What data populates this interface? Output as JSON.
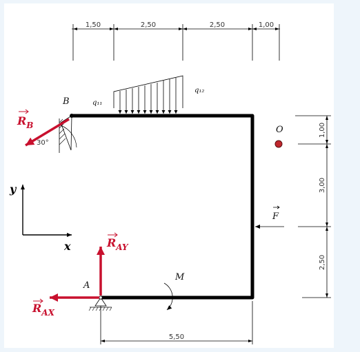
{
  "dimensions": {
    "top": [
      "1,50",
      "2,50",
      "2,50",
      "1,00"
    ],
    "right": [
      "1,00",
      "3,00",
      "2,50"
    ],
    "bottom": "5,50"
  },
  "labels": {
    "support_b": "B",
    "support_a": "A",
    "load_q1": "q₁₁",
    "load_q2": "q₁₂",
    "point_o": "O",
    "force_f": "F",
    "moment_m": "M",
    "angle": "30°",
    "axis_x": "x",
    "axis_y": "y"
  },
  "reactions": {
    "rb": {
      "main": "R",
      "sub": "B"
    },
    "ray": {
      "main": "R",
      "sub": "AY"
    },
    "rax": {
      "main": "R",
      "sub": "AX"
    }
  },
  "colors": {
    "reaction": "#c8102e",
    "structure": "#000000",
    "point": "#c0272d"
  }
}
